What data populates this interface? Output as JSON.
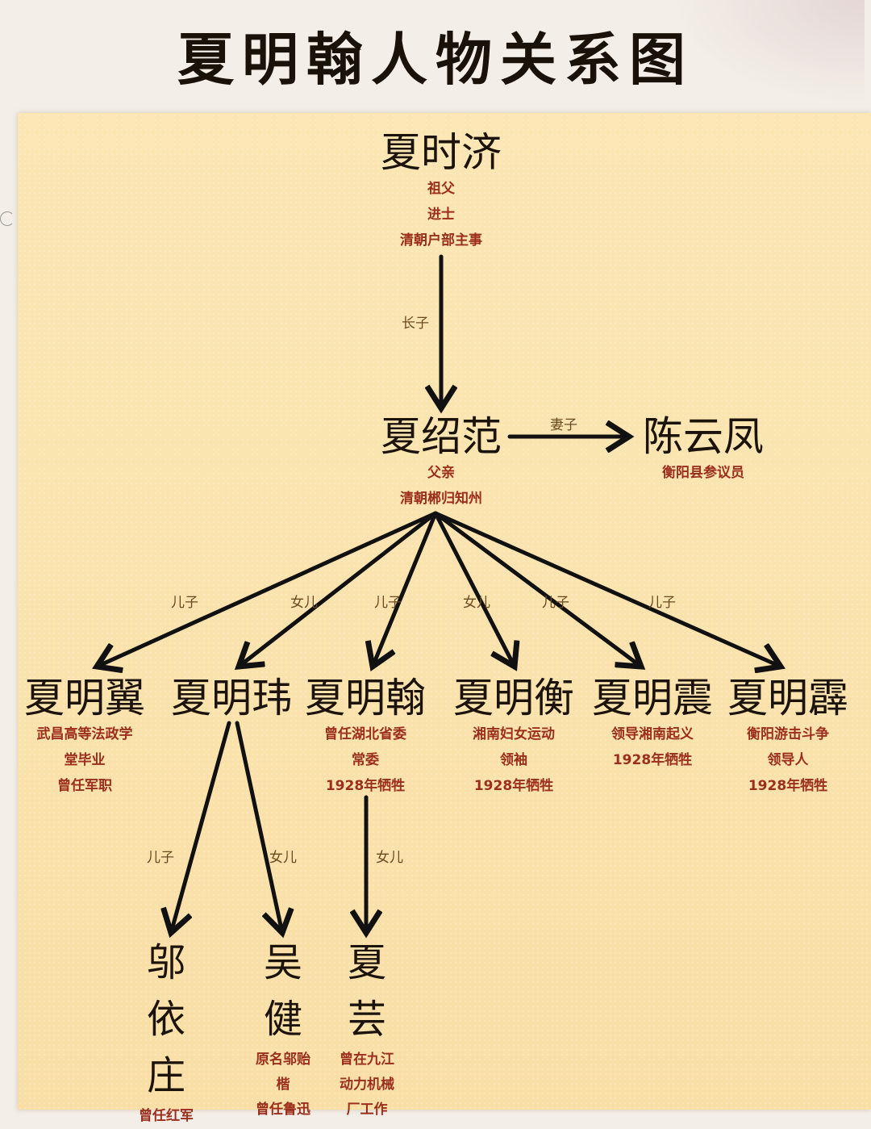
{
  "title": "夏明翰人物关系图",
  "people": {
    "grandfather": {
      "name": "夏时济",
      "notes": [
        "祖父",
        "进士",
        "清朝户部主事"
      ]
    },
    "father": {
      "name": "夏绍范",
      "notes": [
        "父亲",
        "清朝郴归知州"
      ]
    },
    "mother": {
      "name": "陈云凤",
      "notes": [
        "衡阳县参议员"
      ]
    },
    "c1": {
      "name": "夏明翼",
      "notes": [
        "武昌高等法政学",
        "堂毕业",
        "曾任军职"
      ]
    },
    "c2": {
      "name": "夏明玮",
      "notes": []
    },
    "c3": {
      "name": "夏明翰",
      "notes": [
        "曾任湖北省委",
        "常委",
        "1928年牺牲"
      ]
    },
    "c4": {
      "name": "夏明衡",
      "notes": [
        "湘南妇女运动",
        "领袖",
        "1928年牺牲"
      ]
    },
    "c5": {
      "name": "夏明震",
      "notes": [
        "领导湘南起义",
        "1928年牺牲"
      ]
    },
    "c6": {
      "name": "夏明霹",
      "notes": [
        "衡阳游击斗争",
        "领导人",
        "1928年牺牲"
      ]
    },
    "g1": {
      "chars": [
        "邬",
        "依",
        "庄"
      ],
      "notes": [
        "曾任红军"
      ]
    },
    "g2": {
      "chars": [
        "吴",
        "健"
      ],
      "notes": [
        "原名邬贻",
        "楷",
        "曾任鲁迅"
      ]
    },
    "g3": {
      "chars": [
        "夏",
        "芸"
      ],
      "notes": [
        "曾在九江",
        "动力机械",
        "厂工作"
      ]
    }
  },
  "relations": {
    "eldest_son": "长子",
    "wife": "妻子",
    "son": "儿子",
    "daughter": "女儿"
  }
}
